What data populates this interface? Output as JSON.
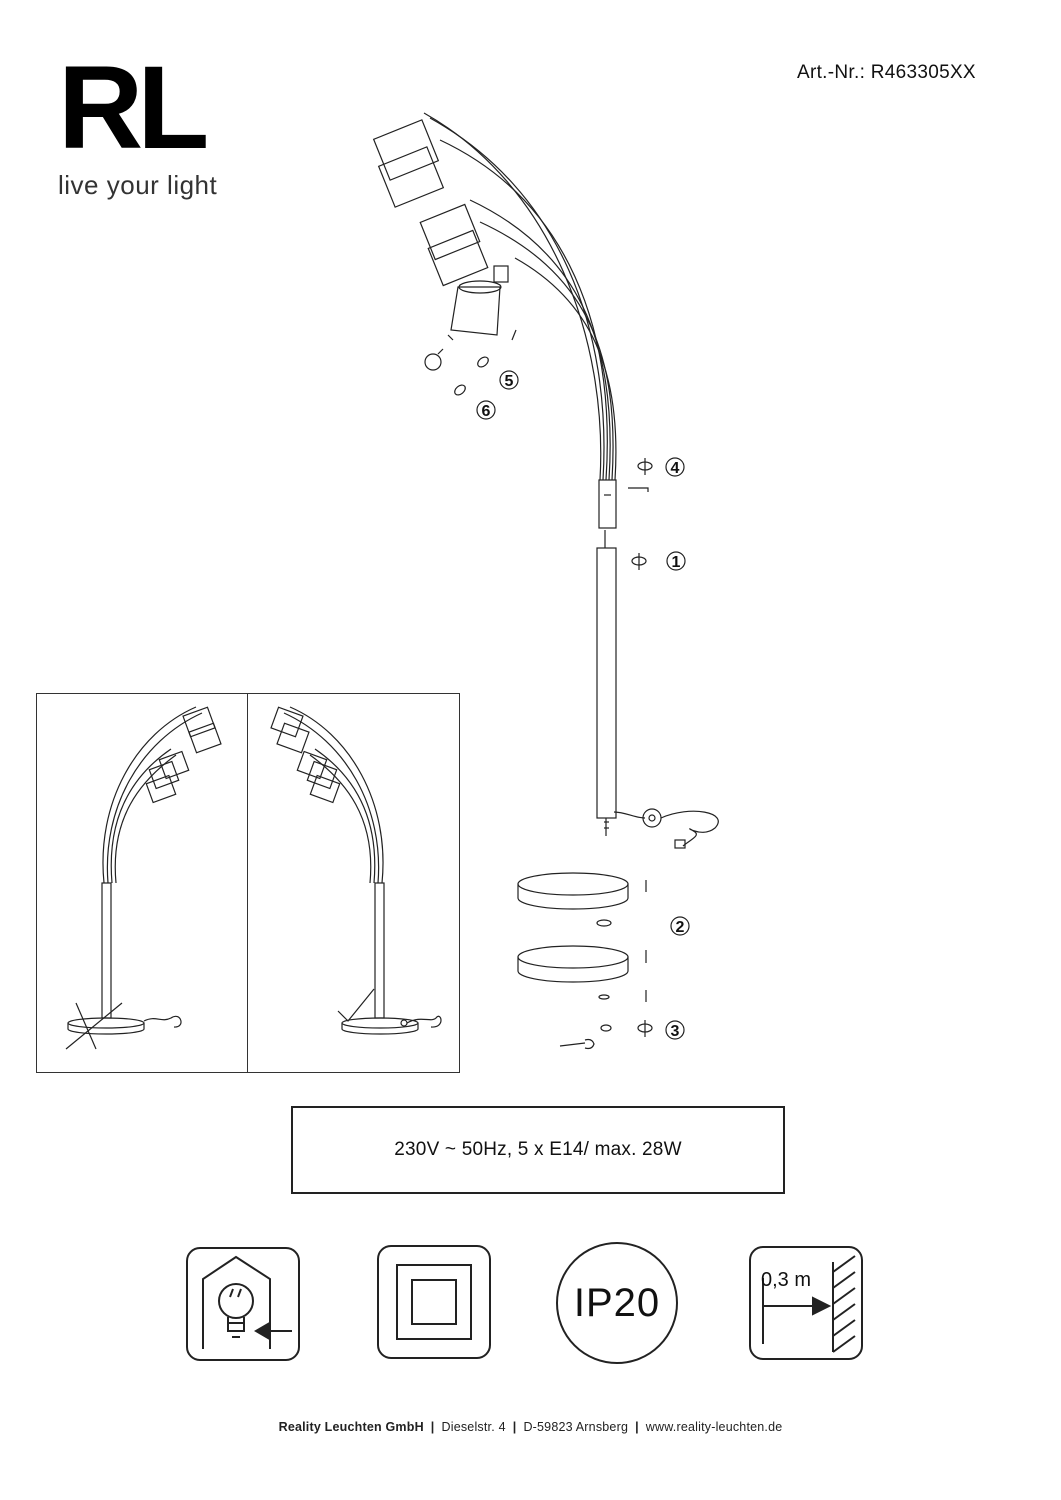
{
  "brand": {
    "mark": "RL",
    "tagline": "live your light"
  },
  "article_number": "Art.-Nr.: R463305XX",
  "steps": [
    "1",
    "2",
    "3",
    "4",
    "5",
    "6"
  ],
  "spec": "230V ~ 50Hz, 5 x E14/ max. 28W",
  "symbols": {
    "ip_rating": "IP20",
    "min_distance": "0,3 m"
  },
  "icons": [
    "bulb-replaceable-icon",
    "protection-class-ii-icon",
    "ip20-icon",
    "min-distance-icon",
    "wrench-icon",
    "bulb-icon",
    "rotate-icon",
    "check-mark-icon",
    "cross-mark-icon"
  ],
  "footer": {
    "company": "Reality Leuchten GmbH",
    "street": "Dieselstr. 4",
    "city": "D-59823 Arnsberg",
    "website": "www.reality-leuchten.de"
  }
}
